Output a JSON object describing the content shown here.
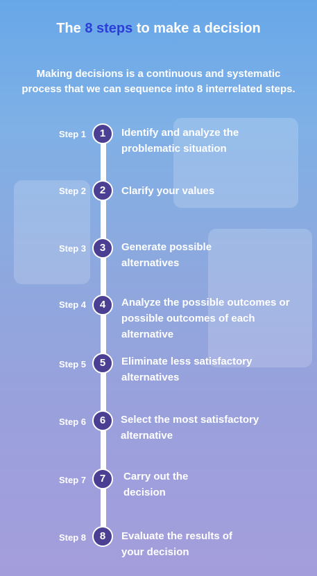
{
  "title": {
    "prefix": "The ",
    "highlight": "8 steps",
    "suffix": " to make a decision"
  },
  "subtitle": "Making decisions is a continuous and systematic process that we can sequence into 8 interrelated steps.",
  "colors": {
    "highlight": "#2b3fd6",
    "circle": "#4a3f92",
    "line": "#ffffff"
  },
  "steps": [
    {
      "label": "Step 1",
      "number": "1",
      "text": "Identify and analyze the problematic situation"
    },
    {
      "label": "Step 2",
      "number": "2",
      "text": "Clarify your values"
    },
    {
      "label": "Step 3",
      "number": "3",
      "text": "Generate possible alternatives"
    },
    {
      "label": "Step 4",
      "number": "4",
      "text": "Analyze the possible outcomes or possible outcomes of each alternative"
    },
    {
      "label": "Step 5",
      "number": "5",
      "text": "Eliminate less satisfactory alternatives"
    },
    {
      "label": "Step 6",
      "number": "6",
      "text": "Select the most satisfactory alternative"
    },
    {
      "label": "Step 7",
      "number": "7",
      "text": "Carry out the decision"
    },
    {
      "label": "Step 8",
      "number": "8",
      "text": "Evaluate the results of your decision"
    }
  ]
}
